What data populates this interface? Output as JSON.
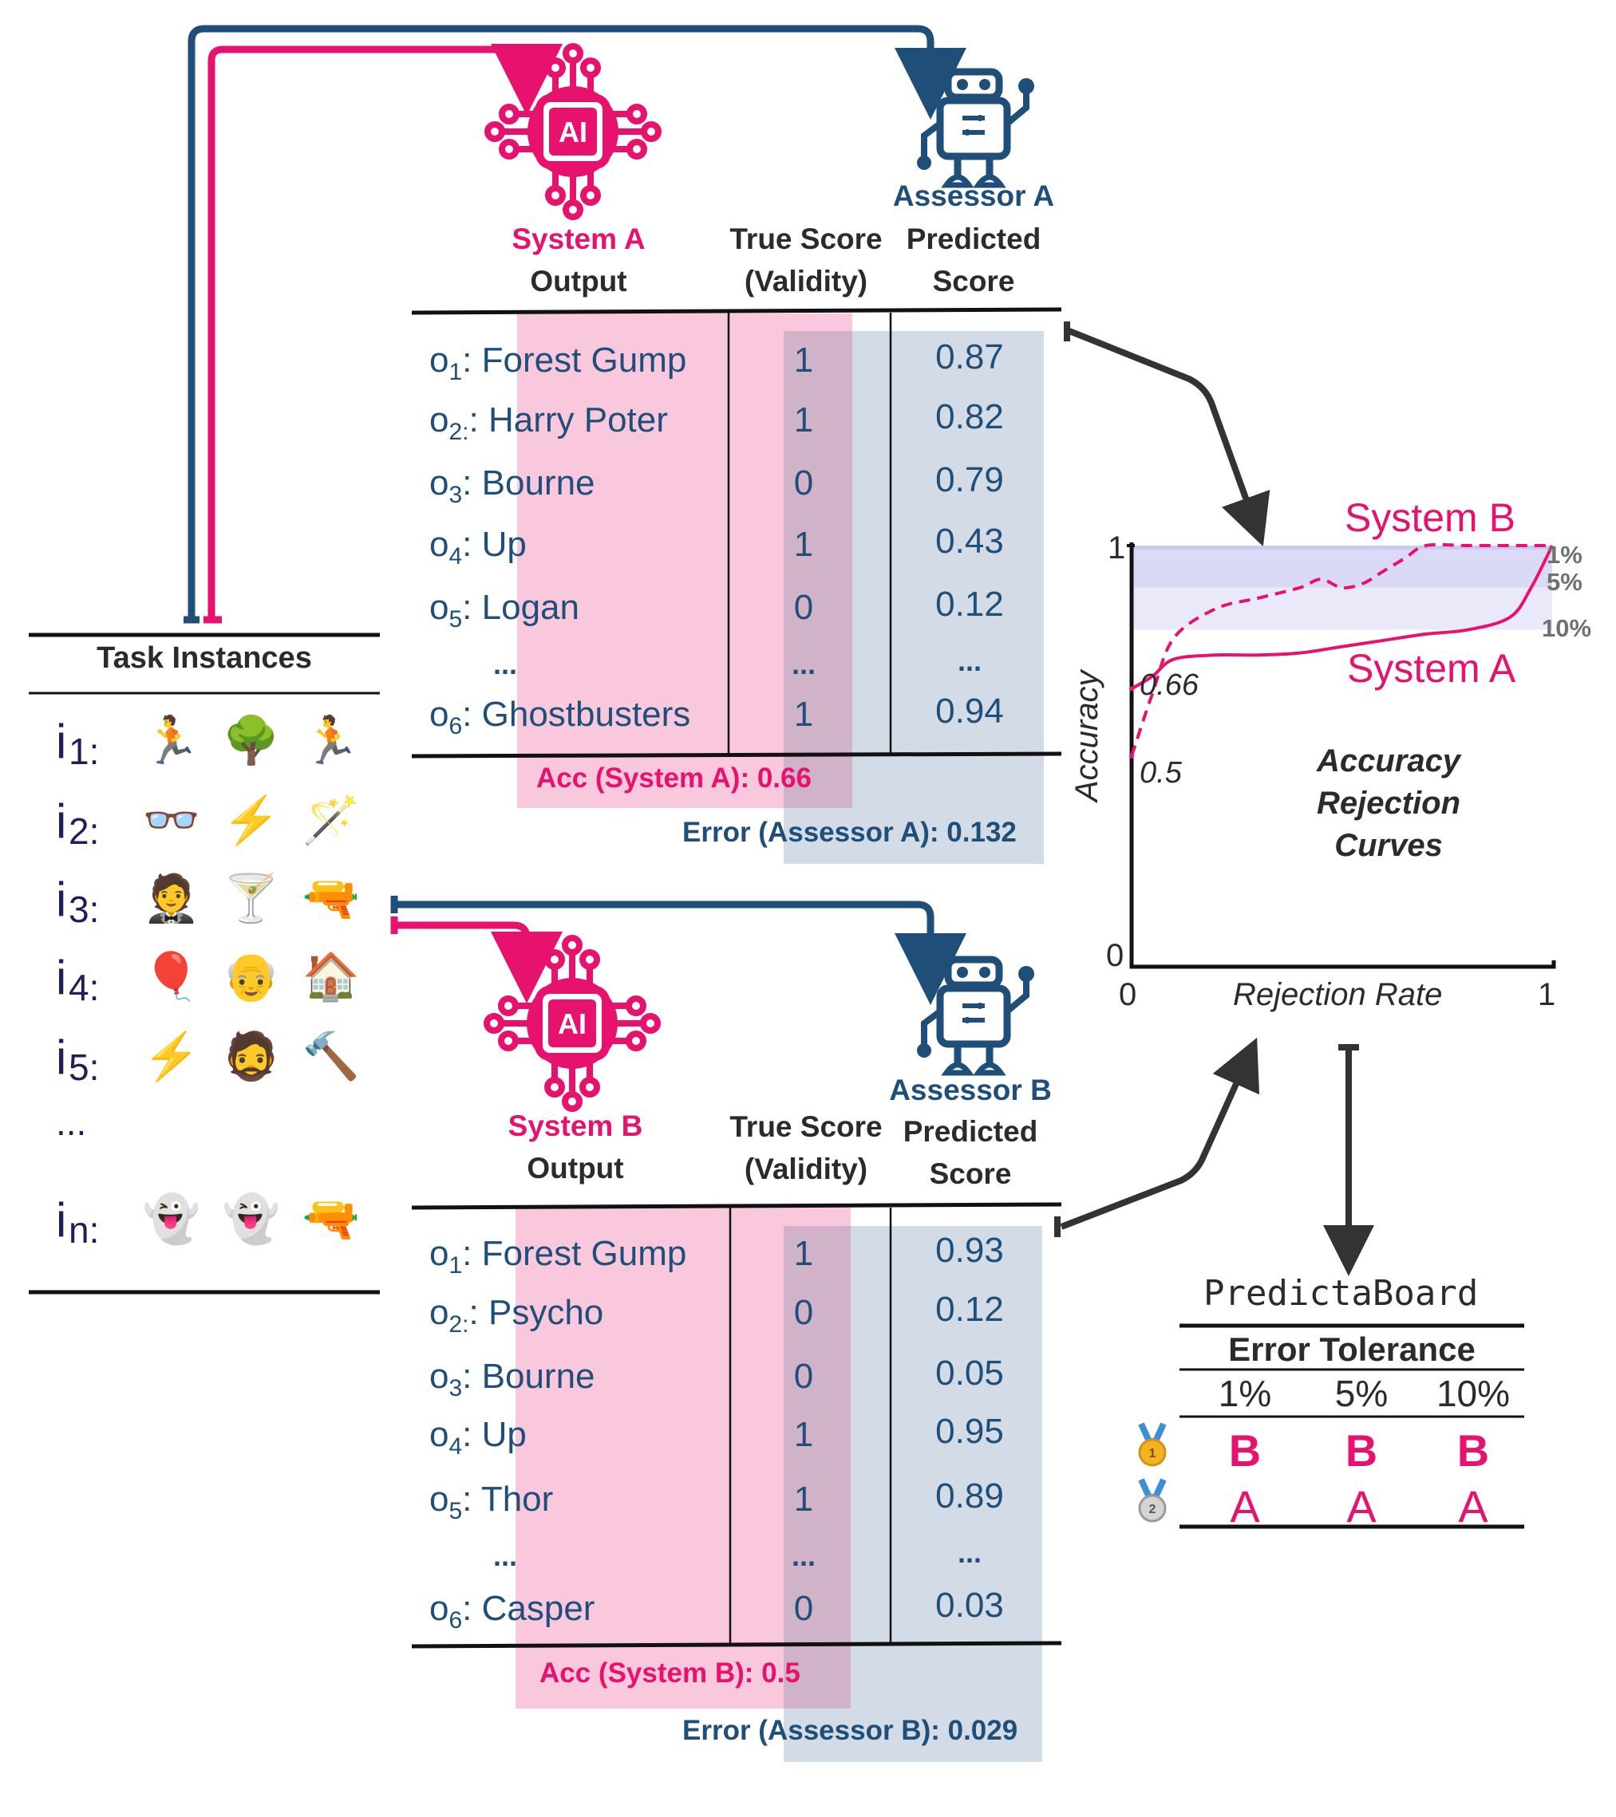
{
  "task_instances": {
    "title": "Task Instances",
    "rows": [
      {
        "label": "i",
        "sub": "1:",
        "icons": [
          "runner-icon",
          "tree-icon",
          "runner-icon"
        ],
        "glyphs": [
          "🏃",
          "🌳",
          "🏃"
        ]
      },
      {
        "label": "i",
        "sub": "2:",
        "icons": [
          "glasses-icon",
          "lightning-icon",
          "magic-wand-icon"
        ],
        "glyphs": [
          "👓",
          "⚡",
          "🪄"
        ]
      },
      {
        "label": "i",
        "sub": "3:",
        "icons": [
          "person-tuxedo-icon",
          "cocktail-icon",
          "water-gun-icon"
        ],
        "glyphs": [
          "🤵",
          "🍸",
          "🔫"
        ]
      },
      {
        "label": "i",
        "sub": "4:",
        "icons": [
          "balloon-icon",
          "old-man-icon",
          "house-icon"
        ],
        "glyphs": [
          "🎈",
          "👴",
          "🏠"
        ]
      },
      {
        "label": "i",
        "sub": "5:",
        "icons": [
          "lightning-icon",
          "bearded-man-icon",
          "hammer-icon"
        ],
        "glyphs": [
          "⚡",
          "🧔",
          "🔨"
        ]
      },
      {
        "label": "...",
        "sub": "",
        "icons": [],
        "glyphs": []
      },
      {
        "label": "i",
        "sub": "n:",
        "icons": [
          "ghost-icon",
          "ghost-icon",
          "water-gun-icon"
        ],
        "glyphs": [
          "👻",
          "👻",
          "🔫"
        ]
      }
    ]
  },
  "panel_a": {
    "system_name": "System A",
    "output_label": "Output",
    "ai_chip_label": "AI",
    "assessor_name": "Assessor A",
    "true_score_label": "True Score",
    "validity_label": "(Validity)",
    "predicted_label": "Predicted",
    "score_label": "Score",
    "rows": [
      {
        "o": "o",
        "sub": "1",
        "title": ": Forest Gump",
        "true": "1",
        "pred": "0.87"
      },
      {
        "o": "o",
        "sub": "2:",
        "title": ": Harry Poter",
        "true": "1",
        "pred": "0.82"
      },
      {
        "o": "o",
        "sub": "3",
        "title": ": Bourne",
        "true": "0",
        "pred": "0.79"
      },
      {
        "o": "o",
        "sub": "4",
        "title": ": Up",
        "true": "1",
        "pred": "0.43"
      },
      {
        "o": "o",
        "sub": "5",
        "title": ": Logan",
        "true": "0",
        "pred": "0.12"
      },
      {
        "o": "",
        "sub": "",
        "title": "...",
        "true": "...",
        "pred": "..."
      },
      {
        "o": "o",
        "sub": "6",
        "title": ": Ghostbusters",
        "true": "1",
        "pred": "0.94"
      }
    ],
    "acc_label": "Acc (System A): 0.66",
    "error_label": "Error (Assessor A): 0.132"
  },
  "panel_b": {
    "system_name": "System B",
    "output_label": "Output",
    "ai_chip_label": "AI",
    "assessor_name": "Assessor B",
    "true_score_label": "True Score",
    "validity_label": "(Validity)",
    "predicted_label": "Predicted",
    "score_label": "Score",
    "rows": [
      {
        "o": "o",
        "sub": "1",
        "title": ": Forest Gump",
        "true": "1",
        "pred": "0.93"
      },
      {
        "o": "o",
        "sub": "2:",
        "title": ": Psycho",
        "true": "0",
        "pred": "0.12"
      },
      {
        "o": "o",
        "sub": "3",
        "title": ": Bourne",
        "true": "0",
        "pred": "0.05"
      },
      {
        "o": "o",
        "sub": "4",
        "title": ": Up",
        "true": "1",
        "pred": "0.95"
      },
      {
        "o": "o",
        "sub": "5",
        "title": ": Thor",
        "true": "1",
        "pred": "0.89"
      },
      {
        "o": "",
        "sub": "",
        "title": "...",
        "true": "...",
        "pred": "..."
      },
      {
        "o": "o",
        "sub": "6",
        "title": ": Casper",
        "true": "0",
        "pred": "0.03"
      }
    ],
    "acc_label": "Acc (System B): 0.5",
    "error_label": "Error (Assessor B): 0.029"
  },
  "chart": {
    "title_lines": [
      "Accuracy",
      "Rejection",
      "Curves"
    ],
    "xlabel": "Rejection Rate",
    "ylabel": "Accuracy",
    "x_tick_labels": [
      "0",
      "1"
    ],
    "y_tick_labels": [
      "0",
      "1"
    ],
    "band_labels": [
      "1%",
      "5%",
      "10%"
    ],
    "start_labels": [
      "0.66",
      "0.5"
    ],
    "series_labels": [
      "System B",
      "System A"
    ]
  },
  "chart_data": {
    "type": "line",
    "title": "Accuracy Rejection Curves",
    "xlabel": "Rejection Rate",
    "ylabel": "Accuracy",
    "xlim": [
      0,
      1
    ],
    "ylim": [
      0,
      1
    ],
    "series": [
      {
        "name": "System A",
        "style": "solid",
        "x": [
          0,
          0.05,
          0.1,
          0.2,
          0.3,
          0.4,
          0.5,
          0.6,
          0.7,
          0.8,
          0.9,
          0.95,
          1.0
        ],
        "y": [
          0.66,
          0.69,
          0.73,
          0.74,
          0.74,
          0.745,
          0.76,
          0.775,
          0.79,
          0.8,
          0.83,
          0.9,
          1.0
        ]
      },
      {
        "name": "System B",
        "style": "dashed",
        "x": [
          0,
          0.05,
          0.1,
          0.2,
          0.3,
          0.4,
          0.45,
          0.5,
          0.55,
          0.6,
          0.65,
          0.7,
          0.8,
          0.9,
          1.0
        ],
        "y": [
          0.5,
          0.65,
          0.78,
          0.85,
          0.875,
          0.9,
          0.92,
          0.9,
          0.91,
          0.94,
          0.97,
          1.0,
          1.0,
          1.0,
          1.0
        ]
      }
    ],
    "tolerance_bands": [
      {
        "label": "1%",
        "from": 0.99,
        "to": 1.0
      },
      {
        "label": "5%",
        "from": 0.9,
        "to": 0.99
      },
      {
        "label": "10%",
        "from": 0.8,
        "to": 0.9
      }
    ],
    "colors": {
      "line": "#e6126e",
      "band_dark": "#c9c9f2",
      "band_mid": "#dadaf6",
      "band_light": "#e9e9fa"
    }
  },
  "predictaboard": {
    "title": "PredictaBoard",
    "header": "Error Tolerance",
    "columns": [
      "1%",
      "5%",
      "10%"
    ],
    "ranks": [
      {
        "medal": "1",
        "medal_icon": "gold-medal-icon",
        "values": [
          "B",
          "B",
          "B"
        ]
      },
      {
        "medal": "2",
        "medal_icon": "silver-medal-icon",
        "values": [
          "A",
          "A",
          "A"
        ]
      }
    ]
  },
  "colors": {
    "navy": "#1f4f79",
    "pink": "#e6126e",
    "pink_band": "#f9c8dc",
    "gray_band": "#d3dce6",
    "dark": "#333333"
  }
}
